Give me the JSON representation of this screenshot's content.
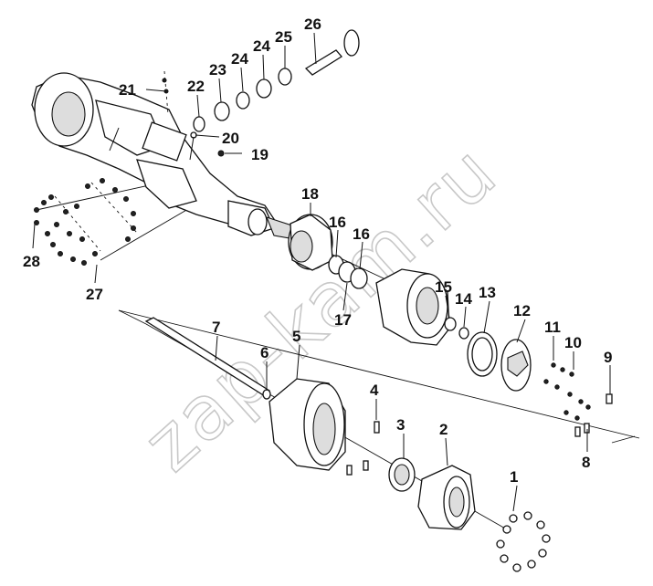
{
  "diagram": {
    "watermark_text": "zap-kam.ru",
    "callouts": [
      {
        "id": "1",
        "text": "1"
      },
      {
        "id": "2",
        "text": "2"
      },
      {
        "id": "3",
        "text": "3"
      },
      {
        "id": "4",
        "text": "4"
      },
      {
        "id": "5",
        "text": "5"
      },
      {
        "id": "6",
        "text": "6"
      },
      {
        "id": "7",
        "text": "7"
      },
      {
        "id": "8",
        "text": "8"
      },
      {
        "id": "9",
        "text": "9"
      },
      {
        "id": "10",
        "text": "10"
      },
      {
        "id": "11",
        "text": "11"
      },
      {
        "id": "12",
        "text": "12"
      },
      {
        "id": "13",
        "text": "13"
      },
      {
        "id": "14",
        "text": "14"
      },
      {
        "id": "15",
        "text": "15"
      },
      {
        "id": "16a",
        "text": "16"
      },
      {
        "id": "16b",
        "text": "16"
      },
      {
        "id": "17",
        "text": "17"
      },
      {
        "id": "18",
        "text": "18"
      },
      {
        "id": "19",
        "text": "19"
      },
      {
        "id": "20",
        "text": "20"
      },
      {
        "id": "21",
        "text": "21"
      },
      {
        "id": "22",
        "text": "22"
      },
      {
        "id": "23",
        "text": "23"
      },
      {
        "id": "24a",
        "text": "24"
      },
      {
        "id": "24b",
        "text": "24"
      },
      {
        "id": "25",
        "text": "25"
      },
      {
        "id": "26",
        "text": "26"
      },
      {
        "id": "27",
        "text": "27"
      },
      {
        "id": "28",
        "text": "28"
      }
    ]
  }
}
